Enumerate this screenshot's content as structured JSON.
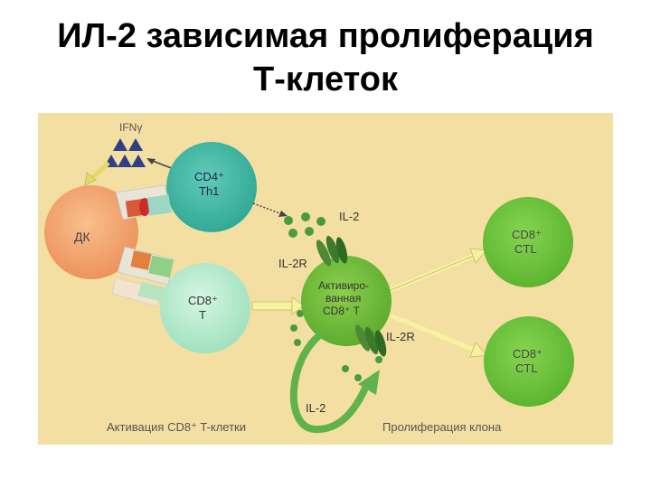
{
  "slide": {
    "title_line1": "ИЛ-2 зависимая пролиферация",
    "title_line2": "Т-клеток"
  },
  "diagram": {
    "ifn_label": "IFNγ",
    "dc_label": "ДК",
    "cd4_line1": "CD4⁺",
    "cd4_line2": "Th1",
    "cd8_line1": "CD8⁺",
    "cd8_line2": "T",
    "activated_line1": "Активиро-",
    "activated_line2": "ванная",
    "activated_line3": "CD8⁺ T",
    "il2_top": "IL-2",
    "il2r_left": "IL-2R",
    "il2r_right": "IL-2R",
    "il2_loop": "IL-2",
    "ctl1_line1": "CD8⁺",
    "ctl1_line2": "CTL",
    "ctl2_line1": "CD8⁺",
    "ctl2_line2": "CTL",
    "caption_left": "Активация CD8⁺ T-клетки",
    "caption_right": "Пролиферация клона",
    "colors": {
      "background": "#f3dfa2",
      "dc": "#f3a46e",
      "cd4": "#39b7a4",
      "cd8_naive": "#b6ebcf",
      "activated": "#6fba36",
      "ctl": "#6fc23a",
      "arrow": "#f6f3a0",
      "loop_arrow": "#5fb24c",
      "ifn_triangle": "#2f3f86",
      "il2_dot": "#4a9b3f"
    }
  }
}
